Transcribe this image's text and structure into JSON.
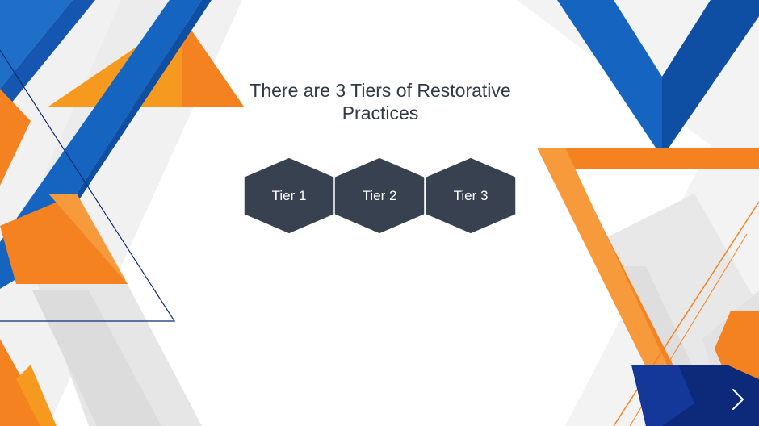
{
  "slide": {
    "title": "There are 3 Tiers of Restorative Practices",
    "tiers": [
      {
        "label": "Tier 1"
      },
      {
        "label": "Tier 2"
      },
      {
        "label": "Tier 3"
      }
    ]
  },
  "colors": {
    "orange": "#f58220",
    "blue": "#1565c0",
    "navy": "#0d2a7a",
    "hexagon_fill": "#37414f",
    "title_text": "#2f3a47",
    "gray_shape": "#e4e4e4"
  },
  "navigation": {
    "next_icon": "chevron-right-icon"
  }
}
